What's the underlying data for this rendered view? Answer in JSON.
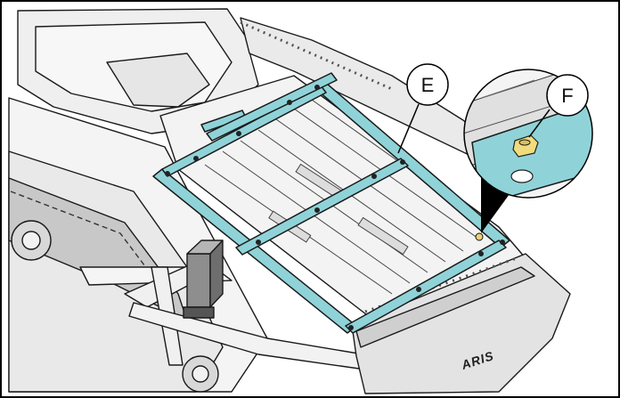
{
  "callouts": [
    {
      "label": "E"
    },
    {
      "label": "F"
    }
  ],
  "brand_text": "ARIS",
  "colors": {
    "highlight": "#8fd3d8",
    "highlight_stroke": "#2a6f74",
    "line": "#1a1a1a",
    "body_light": "#f2f2f2",
    "body_mid": "#dcdcdc",
    "body_dark": "#9a9a9a"
  }
}
